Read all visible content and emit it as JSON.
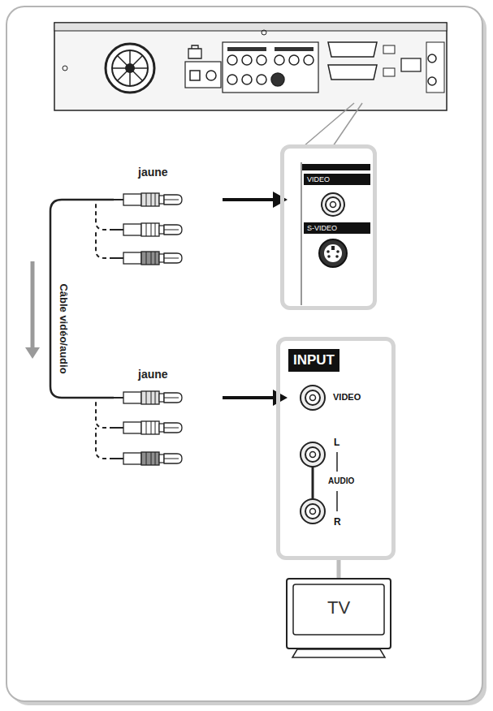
{
  "diagram": {
    "nodes": [
      {
        "text": [
          "VIDEO",
          "S-VIDEO"
        ]
      },
      {
        "text": [
          "INPUT",
          "VIDEO",
          "L",
          "AUDIO",
          "R"
        ]
      },
      {
        "text": [
          "TV"
        ]
      }
    ],
    "edges": [
      {
        "from": 1,
        "to": 2,
        "arrow": "none"
      }
    ],
    "labels": [
      "jaune",
      "jaune",
      "Câble vidéo/audio"
    ]
  }
}
